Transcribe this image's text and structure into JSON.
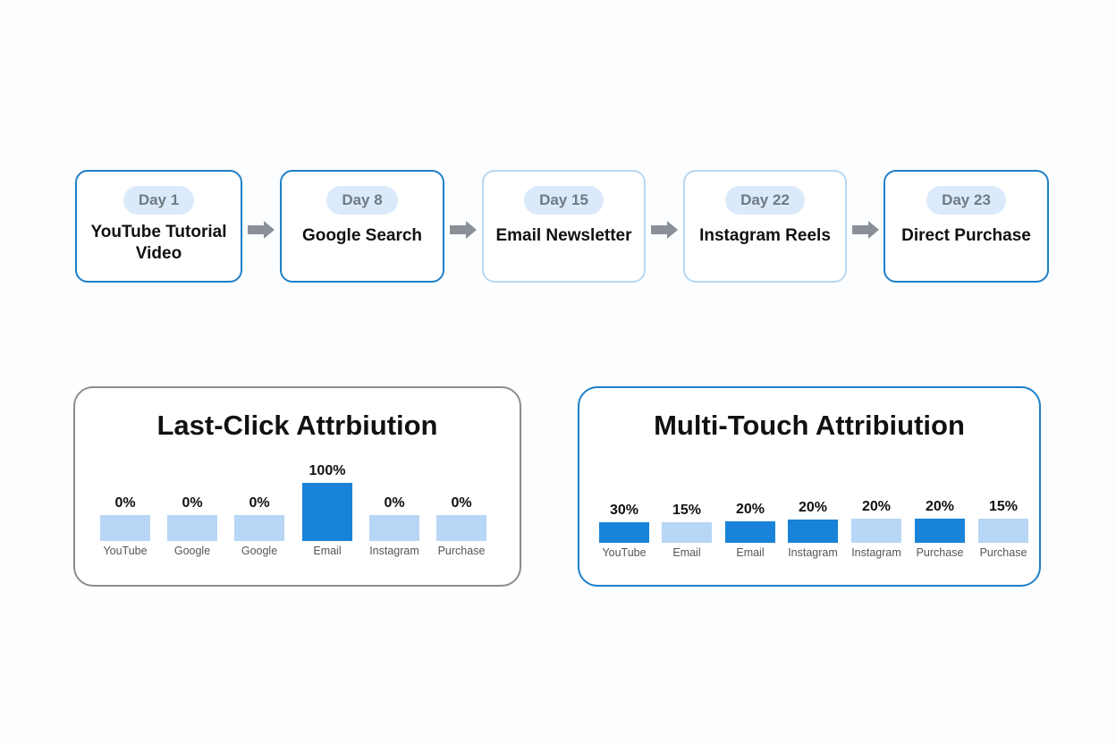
{
  "journey": {
    "steps": [
      {
        "day": "Day 1",
        "title": "YouTube Tutorial Video",
        "title_line1": "YouTube Tutorial",
        "title_line2": "Video"
      },
      {
        "day": "Day 8",
        "title": "Google Search"
      },
      {
        "day": "Day 15",
        "title": "Email Newsletter"
      },
      {
        "day": "Day 22",
        "title": "Instagram Reels"
      },
      {
        "day": "Day 23",
        "title": "Direct Purchase"
      }
    ],
    "arrow_icon": "right-arrow-icon"
  },
  "colors": {
    "accent_blue": "#1883d8",
    "light_blue": "#b8d6f5",
    "border_blue": "#1f7fc8",
    "border_light_blue": "#b7d8f3",
    "pill_bg": "#dbeafb",
    "arrow_gray": "#8a9097",
    "panel_gray_border": "#8c8c8c"
  },
  "last_click": {
    "title": "Last-Click Attrbiution",
    "bars": [
      {
        "label": "YouTube",
        "value": "0%"
      },
      {
        "label": "Google",
        "value": "0%"
      },
      {
        "label": "Google",
        "value": "0%"
      },
      {
        "label": "Email",
        "value": "100%"
      },
      {
        "label": "Instagram",
        "value": "0%"
      },
      {
        "label": "Purchase",
        "value": "0%"
      }
    ]
  },
  "multi_touch": {
    "title": "Multi-Touch Attribiution",
    "bars": [
      {
        "label": "YouTube",
        "value": "30%"
      },
      {
        "label": "Email",
        "value": "15%"
      },
      {
        "label": "Email",
        "value": "20%"
      },
      {
        "label": "Instagram",
        "value": "20%"
      },
      {
        "label": "Instagram",
        "value": "20%"
      },
      {
        "label": "Purchase",
        "value": "20%"
      },
      {
        "label": "Purchase",
        "value": "15%"
      }
    ]
  },
  "chart_data": [
    {
      "type": "bar",
      "title": "Last-Click Attrbiution",
      "categories": [
        "YouTube",
        "Google",
        "Google",
        "Email",
        "Instagram",
        "Purchase"
      ],
      "values": [
        0,
        0,
        0,
        100,
        0,
        0
      ],
      "value_labels": [
        "0%",
        "0%",
        "0%",
        "100%",
        "0%",
        "0%"
      ],
      "highlighted": [
        false,
        false,
        false,
        true,
        false,
        false
      ],
      "xlabel": "",
      "ylabel": "",
      "grid": false,
      "legend": "none"
    },
    {
      "type": "bar",
      "title": "Multi-Touch Attribiution",
      "categories": [
        "YouTube",
        "Email",
        "Email",
        "Instagram",
        "Instagram",
        "Purchase",
        "Purchase"
      ],
      "values": [
        30,
        15,
        20,
        20,
        20,
        20,
        15
      ],
      "value_labels": [
        "30%",
        "15%",
        "20%",
        "20%",
        "20%",
        "20%",
        "15%"
      ],
      "highlighted": [
        true,
        false,
        true,
        true,
        false,
        true,
        false
      ],
      "xlabel": "",
      "ylabel": "",
      "grid": false,
      "legend": "none"
    }
  ]
}
